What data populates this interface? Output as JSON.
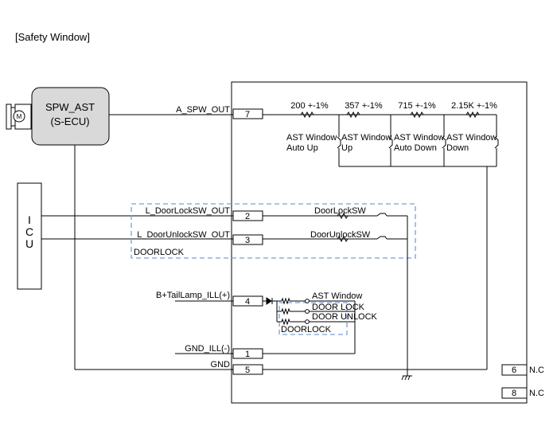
{
  "page_title": "[Safety Window]",
  "motor_symbol": "M",
  "motor_icon": "motor-icon",
  "module": {
    "name": "SPW_AST",
    "subtitle": "(S-ECU)"
  },
  "icu": {
    "letters": [
      "I",
      "C",
      "U"
    ]
  },
  "resistors": [
    {
      "value": "200 +-1%"
    },
    {
      "value": "357 +-1%"
    },
    {
      "value": "715 +-1%"
    },
    {
      "value": "2.15K +-1%"
    }
  ],
  "switches": [
    {
      "line1": "AST Window",
      "line2": "Auto Up"
    },
    {
      "line1": "AST Window",
      "line2": "Up"
    },
    {
      "line1": "AST Window",
      "line2": "Auto Down"
    },
    {
      "line1": "AST Window",
      "line2": "Down"
    }
  ],
  "pins": [
    {
      "label": "A_SPW_OUT",
      "number": "7"
    },
    {
      "label": "L_DoorLockSW_OUT",
      "number": "2"
    },
    {
      "label": "L_DoorUnlockSW_OUT",
      "number": "3"
    },
    {
      "label": "B+TailLamp_ILL(+)",
      "number": "4"
    },
    {
      "label": "GND_ILL(-)",
      "number": "1"
    },
    {
      "label": "GND",
      "number": "5"
    }
  ],
  "door_switches": {
    "lock": "DoorLockSW",
    "unlock": "DoorUnlockSW",
    "group_label": "DOORLOCK"
  },
  "illumination": {
    "items": [
      "AST Window",
      "DOOR LOCK",
      "DOOR UNLOCK"
    ],
    "group_label": "DOORLOCK"
  },
  "nc_pins": [
    {
      "number": "6",
      "label": "N.C"
    },
    {
      "number": "8",
      "label": "N.C"
    }
  ],
  "colors": {
    "module_fill": "#d9d9d9",
    "dash_group": "#7a9fd6"
  }
}
